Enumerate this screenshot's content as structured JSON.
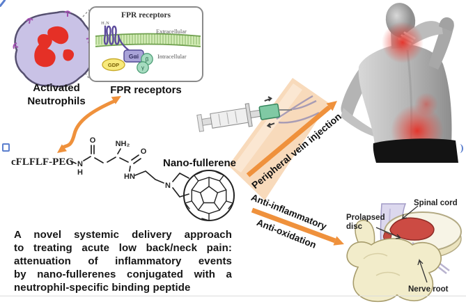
{
  "neutrophil": {
    "label1": "Activated",
    "label2": "Neutrophils"
  },
  "fpr": {
    "box_title": "FPR receptors",
    "h2n": "H₂N",
    "extracellular": "Extracellular",
    "intracellular": "Intracellular",
    "g_alpha": "Gαi",
    "gdp": "GDP",
    "beta": "β",
    "gamma": "γ",
    "caption": "FPR receptors"
  },
  "chem": {
    "peptide": "cFLFLF-PEG",
    "fullerene_label": "Nano-fullerene",
    "o1": "O",
    "nh2": "NH₂",
    "o2": "O",
    "n": "N",
    "h": "H",
    "hn": "HN",
    "ring_n": "N"
  },
  "injection": {
    "label": "Peripheral vein injection"
  },
  "effects": {
    "anti_inflammatory": "Anti-inflammatory",
    "anti_oxidation": "Anti-oxidation"
  },
  "spine": {
    "spinal_cord": "Spinal cord",
    "prolapsed_disc": "Prolapsed disc",
    "nerve_root": "Nerve root"
  },
  "summary": {
    "lines": [
      "A novel systemic delivery approach",
      "to treating acute low back/neck pain:",
      "attenuation of  inflammatory  events",
      "by nano-fullerenes conjugated with a",
      "neutrophil-specific binding peptide"
    ]
  },
  "colors": {
    "accent_orange": "#EF913C",
    "pain_red": "#E02A1E",
    "cell_lavender": "#C9C2E6",
    "nucleus_red": "#E53026",
    "membrane_green": "#CFE8AE",
    "receptor_purple": "#5B4A9B",
    "gdp_yellow": "#F8EA7C",
    "skin": "#F8DABB",
    "hub_green": "#80C9A4",
    "bone_cream": "#F2ECCA",
    "cord_lavender": "#DCD8EE"
  }
}
